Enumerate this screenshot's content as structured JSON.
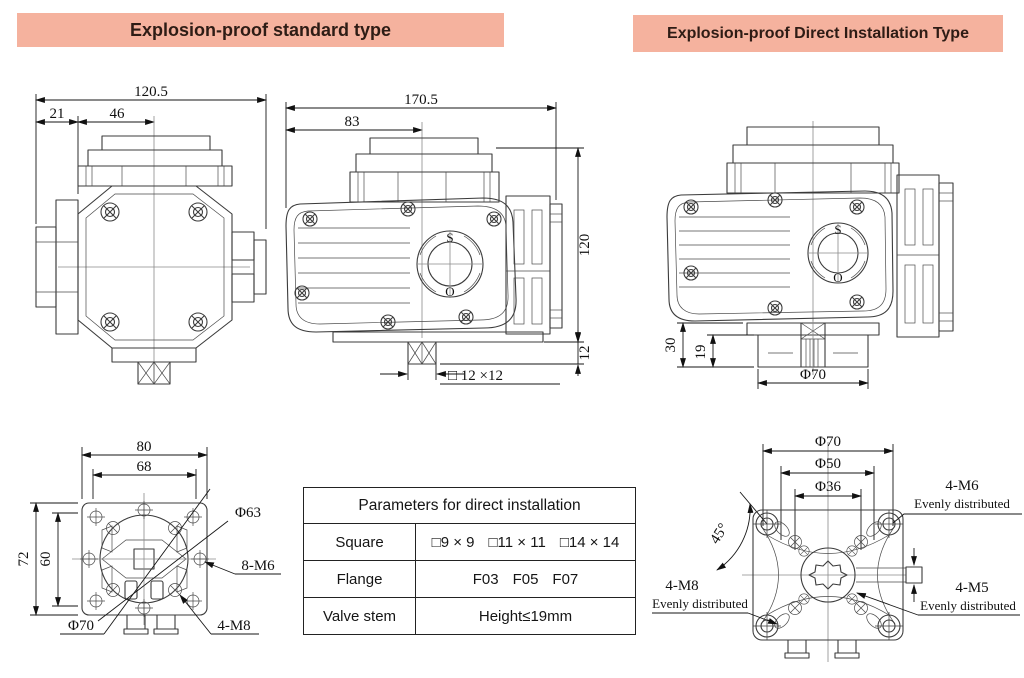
{
  "colors": {
    "banner_bg": "#f5b29e",
    "line": "#3b3b3b",
    "text": "#101010"
  },
  "banners": {
    "standard": "Explosion-proof standard type",
    "direct": "Explosion-proof Direct Installation Type"
  },
  "front_view": {
    "total_width": "120.5",
    "side_offset": "21",
    "cap_offset": "46"
  },
  "side_view": {
    "total_length": "170.5",
    "cap_length": "83",
    "body_height": "120",
    "stem_height": "12",
    "stem_square": "□ 12 ×12",
    "indicator_shut": "S",
    "indicator_open": "O"
  },
  "direct_side_view": {
    "flange_height": "30",
    "stem_recess": "19",
    "flange_dia": "Φ70",
    "indicator_shut": "S",
    "indicator_open": "O"
  },
  "bottom_view": {
    "outer_width": "80",
    "bolt_spacing_h": "68",
    "outer_height": "72",
    "bolt_spacing_v": "60",
    "body_dia": "Φ63",
    "mount_holes_m6": "8-M6",
    "bolt_circle": "Φ70",
    "mount_holes_m8": "4-M8"
  },
  "install_table": {
    "title": "Parameters for direct installation",
    "rows": [
      {
        "label": "Square",
        "options": [
          "□9 × 9",
          "□11 × 11",
          "□14 × 14"
        ]
      },
      {
        "label": "Flange",
        "options": [
          "F03",
          "F05",
          "F07"
        ]
      },
      {
        "label": "Valve stem",
        "options": [
          "Height≤19mm"
        ]
      }
    ]
  },
  "direct_bottom_view": {
    "bolt_circle_outer": "Φ70",
    "bolt_circle_mid": "Φ50",
    "bolt_circle_inner": "Φ36",
    "angle": "45°",
    "holes_m6": "4-M6",
    "holes_m6_note": "Evenly distributed",
    "holes_m8": "4-M8",
    "holes_m8_note": "Evenly distributed",
    "holes_m5": "4-M5",
    "holes_m5_note": "Evenly distributed"
  }
}
